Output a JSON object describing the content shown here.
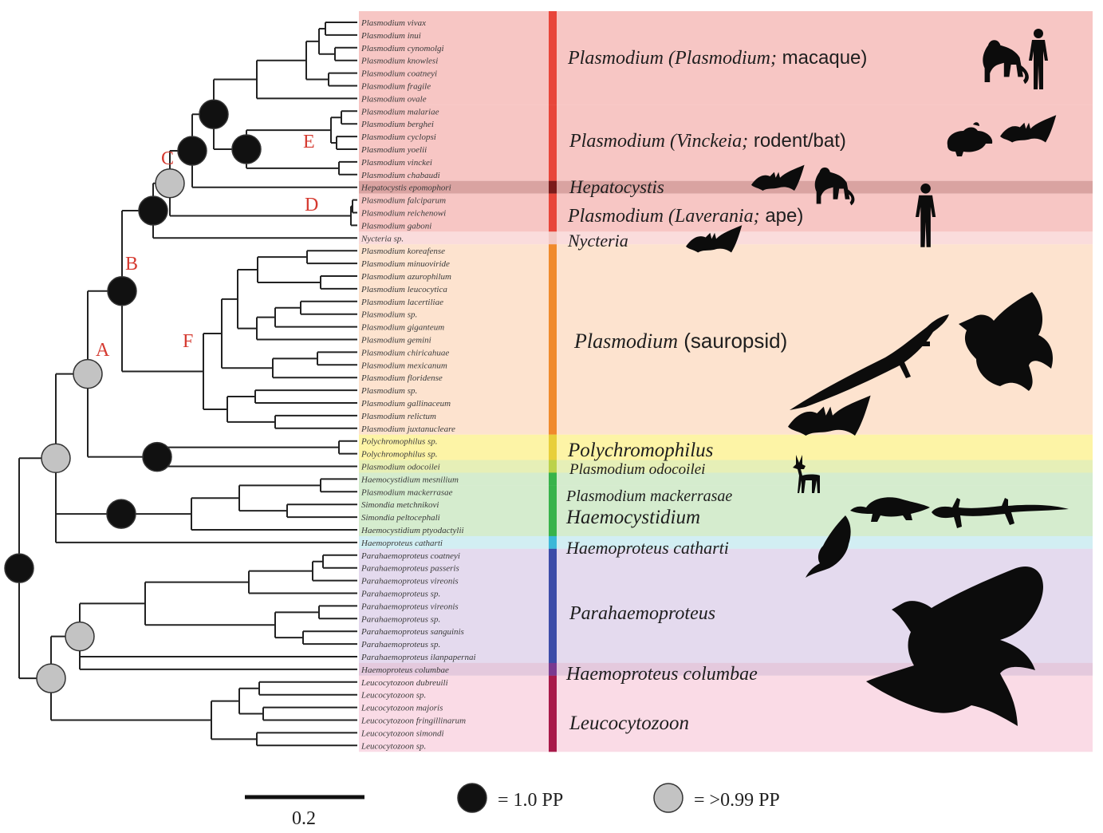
{
  "tree": {
    "taxa": [
      "Plasmodium vivax",
      "Plasmodium inui",
      "Plasmodium cynomolgi",
      "Plasmodium knowlesi",
      "Plasmodium coatneyi",
      "Plasmodium fragile",
      "Plasmodium ovale",
      "Plasmodium malariae",
      "Plasmodium berghei",
      "Plasmodium cyclopsi",
      "Plasmodium yoelii",
      "Plasmodium vinckei",
      "Plasmodium chabaudi",
      "Hepatocystis epomophori",
      "Plasmodium falciparum",
      "Plasmodium reichenowi",
      "Plasmodium gaboni",
      "Nycteria sp.",
      "Plasmodium koreafense",
      "Plasmodium minuoviride",
      "Plasmodium azurophilum",
      "Plasmodium leucocytica",
      "Plasmodium lacertiliae",
      "Plasmodium sp.",
      "Plasmodium giganteum",
      "Plasmodium gemini",
      "Plasmodium chiricahuae",
      "Plasmodium mexicanum",
      "Plasmodium floridense",
      "Plasmodium sp.",
      "Plasmodium gallinaceum",
      "Plasmodium relictum",
      "Plasmodium juxtanucleare",
      "Polychromophilus sp.",
      "Polychromophilus sp.",
      "Plasmodium odocoilei",
      "Haemocystidium mesnilium",
      "Plasmodium mackerrasae",
      "Simondia metchnikovi",
      "Simondia peltocephali",
      "Haemocystidium ptyodactylii",
      "Haemoproteus catharti",
      "Parahaemoproteus coatneyi",
      "Parahaemoproteus passeris",
      "Parahaemoproteus vireonis",
      "Parahaemoproteus sp.",
      "Parahaemoproteus vireonis",
      "Parahaemoproteus sp.",
      "Parahaemoproteus sanguinis",
      "Parahaemoproteus sp.",
      "Parahaemoproteus ilanpapernai",
      "Haemoproteus columbae",
      "Leucocytozoon dubreuili",
      "Leucocytozoon sp.",
      "Leucocytozoon majoris",
      "Leucocytozoon fringillinarum",
      "Leucocytozoon simondi",
      "Leucocytozoon sp."
    ],
    "node_labels": [
      "A",
      "B",
      "C",
      "D",
      "E",
      "F"
    ]
  },
  "clades": [
    {
      "id": "macaque",
      "italic": "Plasmodium (Plasmodium;",
      "upright": " macaque)",
      "band": "#f7c6c4",
      "bar": "#e8453a"
    },
    {
      "id": "rodent",
      "italic": "Plasmodium (Vinckeia;",
      "upright": " rodent/bat)",
      "band": "#f7c6c4",
      "bar": "#e8453a"
    },
    {
      "id": "hepato",
      "italic": "Hepatocystis",
      "upright": "",
      "band": "#d9a3a1",
      "bar": "#7a1b1b"
    },
    {
      "id": "laverania",
      "italic": "Plasmodium (Laverania;",
      "upright": " ape)",
      "band": "#f7c6c4",
      "bar": "#e8453a"
    },
    {
      "id": "nycteria",
      "italic": "Nycteria",
      "upright": "",
      "band": "#fadcdc",
      "bar": "#f3c9c4"
    },
    {
      "id": "sauropsid",
      "italic": "Plasmodium",
      "upright": " (sauropsid)",
      "band": "#fde3cf",
      "bar": "#f08a2c"
    },
    {
      "id": "polychromo",
      "italic": "Polychromophilus",
      "upright": "",
      "band": "#fdf4a6",
      "bar": "#e8cf3a"
    },
    {
      "id": "odocoilei",
      "italic": "Plasmodium odocoilei",
      "upright": "",
      "band": "#e6efb7",
      "bar": "#bcd24a"
    },
    {
      "id": "mackerrasae",
      "italic": "Plasmodium mackerrasae",
      "upright": "",
      "band": "#d5ecce",
      "bar": "#38b34a"
    },
    {
      "id": "haemocystidium",
      "italic": "Haemocystidium",
      "upright": "",
      "band": "#d5ecce",
      "bar": "#38b34a"
    },
    {
      "id": "catharti",
      "italic": "Haemoproteus catharti",
      "upright": "",
      "band": "#d2eef3",
      "bar": "#3cb8d8"
    },
    {
      "id": "parahaemo",
      "italic": "Parahaemoproteus",
      "upright": "",
      "band": "#e4daee",
      "bar": "#3c4ca8"
    },
    {
      "id": "columbae",
      "italic": "Haemoproteus columbae",
      "upright": "",
      "band": "#e4c9dd",
      "bar": "#7a3a90"
    },
    {
      "id": "leuco",
      "italic": "Leucocytozoon",
      "upright": "",
      "band": "#fadbe6",
      "bar": "#a81a4a"
    }
  ],
  "legend": {
    "scale_label": "0.2",
    "black_label": "= 1.0 PP",
    "grey_label": "= >0.99 PP"
  },
  "colors": {
    "branch": "#222222",
    "pp_black": "#111111",
    "pp_grey": "#c3c3c3",
    "node_label": "#d53a30"
  }
}
